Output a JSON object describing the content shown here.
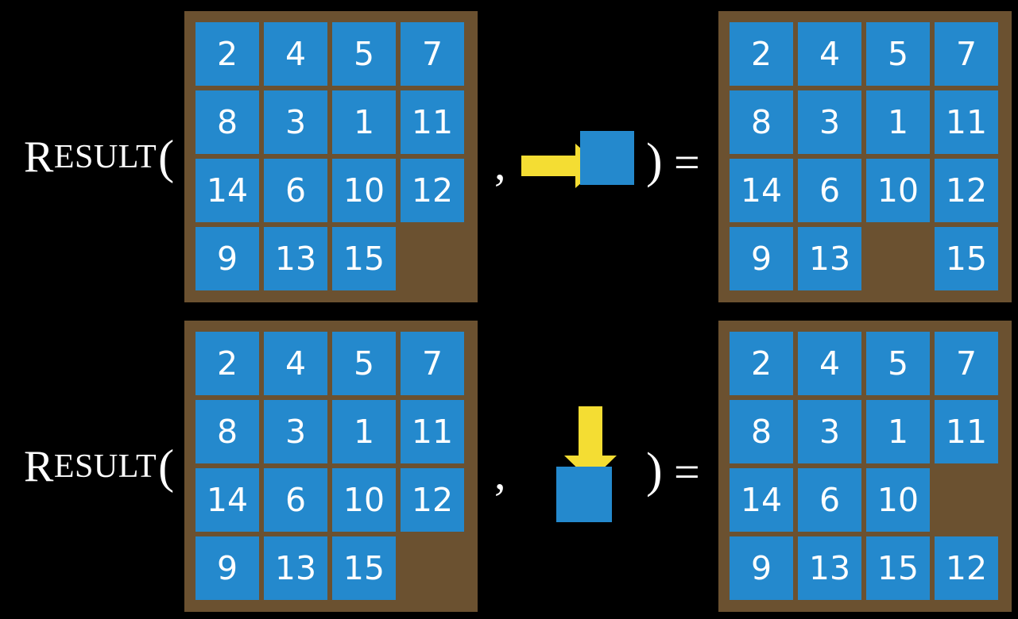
{
  "page": {
    "background_color": "#000000",
    "title": "RESULT function applied to sliding puzzle states"
  },
  "colors": {
    "board_background": "#6b5130",
    "tile": "#2489cd",
    "tile_text": "#ffffff",
    "arrow": "#f4dd33",
    "text": "#ffffff",
    "page_background": "#000000"
  },
  "equations": [
    {
      "id": "equation-right",
      "label": {
        "cap": "R",
        "small": "ESULT",
        "open_paren": "("
      },
      "comma": ",",
      "close_paren": ")",
      "equals": "=",
      "action": {
        "name": "move-right-action",
        "arrow_direction": "right",
        "arrow_color": "#f4dd33",
        "blank_tile_color": "#2489cd"
      },
      "input_board": {
        "name": "input-board-right",
        "rows": [
          [
            "2",
            "4",
            "5",
            "7"
          ],
          [
            "8",
            "3",
            "1",
            "11"
          ],
          [
            "14",
            "6",
            "10",
            "12"
          ],
          [
            "9",
            "13",
            "15",
            ""
          ]
        ]
      },
      "output_board": {
        "name": "output-board-right",
        "rows": [
          [
            "2",
            "4",
            "5",
            "7"
          ],
          [
            "8",
            "3",
            "1",
            "11"
          ],
          [
            "14",
            "6",
            "10",
            "12"
          ],
          [
            "9",
            "13",
            "",
            "15"
          ]
        ]
      }
    },
    {
      "id": "equation-down",
      "label": {
        "cap": "R",
        "small": "ESULT",
        "open_paren": "("
      },
      "comma": ",",
      "close_paren": ")",
      "equals": "=",
      "action": {
        "name": "move-down-action",
        "arrow_direction": "down",
        "arrow_color": "#f4dd33",
        "blank_tile_color": "#2489cd"
      },
      "input_board": {
        "name": "input-board-down",
        "rows": [
          [
            "2",
            "4",
            "5",
            "7"
          ],
          [
            "8",
            "3",
            "1",
            "11"
          ],
          [
            "14",
            "6",
            "10",
            "12"
          ],
          [
            "9",
            "13",
            "15",
            ""
          ]
        ]
      },
      "output_board": {
        "name": "output-board-down",
        "rows": [
          [
            "2",
            "4",
            "5",
            "7"
          ],
          [
            "8",
            "3",
            "1",
            "11"
          ],
          [
            "14",
            "6",
            "10",
            ""
          ],
          [
            "9",
            "13",
            "15",
            "12"
          ]
        ]
      }
    }
  ]
}
